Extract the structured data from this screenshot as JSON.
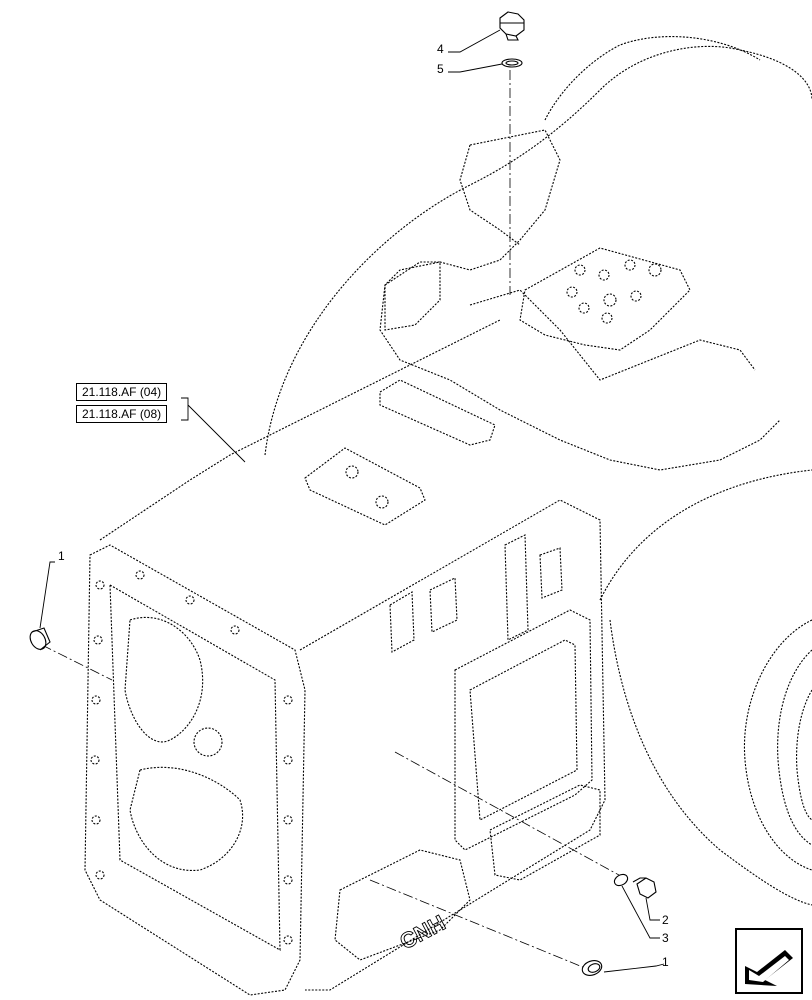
{
  "references": [
    {
      "label": "21.118.AF (04)"
    },
    {
      "label": "21.118.AF (08)"
    }
  ],
  "callouts": {
    "plug_left": "1",
    "plug_bottom": "1",
    "plug_side": "2",
    "seal_side": "3",
    "plug_top": "4",
    "seal_top": "5"
  },
  "casting_text": "CNH",
  "icons": {
    "navigation": "arrow-direction-icon"
  }
}
